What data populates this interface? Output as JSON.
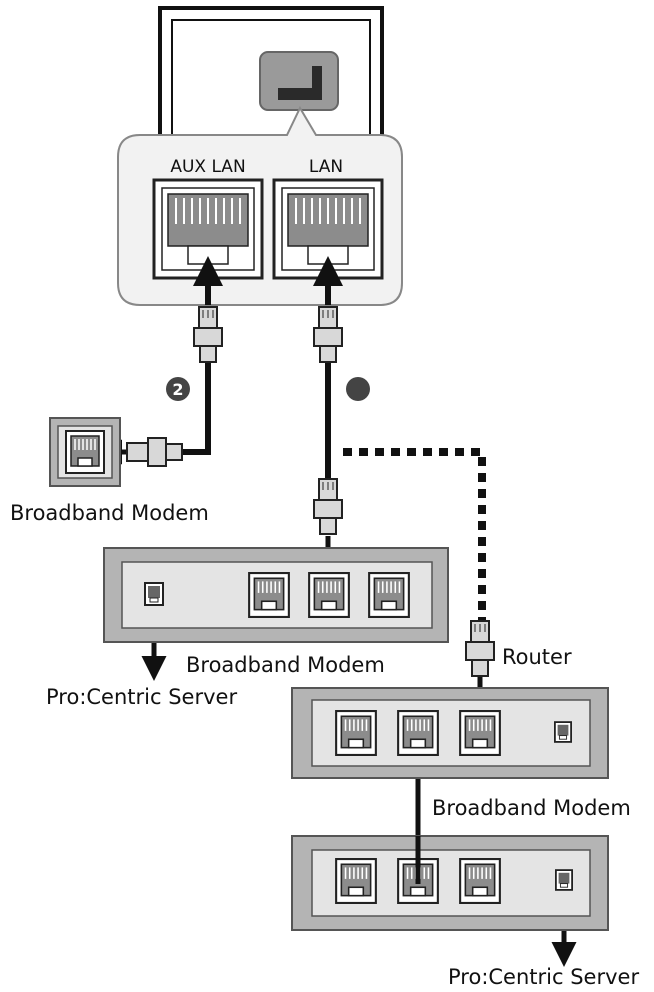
{
  "labels": {
    "aux_lan": "AUX LAN",
    "lan": "LAN",
    "marker_2": "2",
    "broadband_modem_small": "Broadband Modem",
    "broadband_modem_main": "Broadband Modem",
    "router": "Router",
    "broadband_modem_right": "Broadband Modem",
    "server_left": "Pro:Centric Server",
    "server_bottom": "Pro:Centric Server"
  },
  "colors": {
    "line": "#111111",
    "panel_fill": "#f2f2f2",
    "panel_stroke": "#888888",
    "box_outer": "#b4b4b4",
    "box_inner": "#e4e4e4",
    "port_gray": "#8c8c8c",
    "marker": "#444444"
  }
}
